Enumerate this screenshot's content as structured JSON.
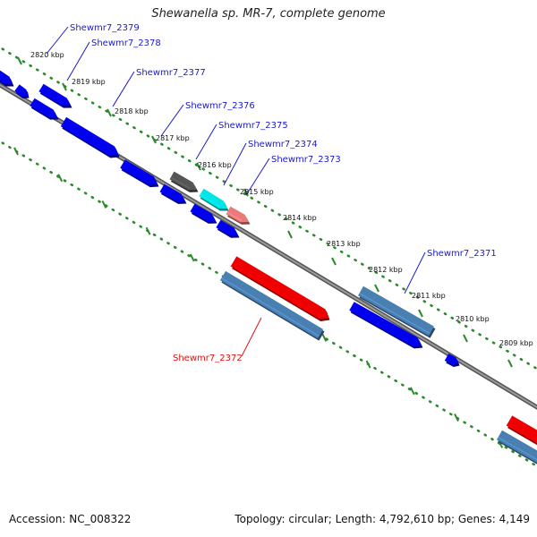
{
  "title": "Shewanella sp. MR-7, complete genome",
  "footer": {
    "accession": "Accession: NC_008322",
    "topology": "Topology: circular; Length: 4,792,610 bp; Genes: 4,149"
  },
  "colors": {
    "backbone": "#777777",
    "ruler_dots": "#2a8a2a",
    "cds": "#0000ee",
    "gene_steel": "#4a7fb2",
    "gene_dark": "#555555",
    "gene_cyan": "#00e5e5",
    "gene_pink": "#ec7a7a",
    "gene_red": "#ee0000",
    "label_blue": "#1a1ad0",
    "label_red": "#dd1111"
  },
  "ruler_ticks": [
    {
      "label": "2820 kbp"
    },
    {
      "label": "2819 kbp"
    },
    {
      "label": "2818 kbp"
    },
    {
      "label": "2817 kbp"
    },
    {
      "label": "2816 kbp"
    },
    {
      "label": "2815 kbp"
    },
    {
      "label": "2814 kbp"
    },
    {
      "label": "2813 kbp"
    },
    {
      "label": "2812 kbp"
    },
    {
      "label": "2811 kbp"
    },
    {
      "label": "2810 kbp"
    },
    {
      "label": "2809 kbp"
    }
  ],
  "gene_labels": [
    {
      "text": "Shewmr7_2379",
      "color": "label_blue"
    },
    {
      "text": "Shewmr7_2378",
      "color": "label_blue"
    },
    {
      "text": "Shewmr7_2377",
      "color": "label_blue"
    },
    {
      "text": "Shewmr7_2376",
      "color": "label_blue"
    },
    {
      "text": "Shewmr7_2375",
      "color": "label_blue"
    },
    {
      "text": "Shewmr7_2374",
      "color": "label_blue"
    },
    {
      "text": "Shewmr7_2373",
      "color": "label_blue"
    },
    {
      "text": "Shewmr7_2371",
      "color": "label_blue"
    },
    {
      "text": "Shewmr7_2372",
      "color": "label_red"
    }
  ]
}
